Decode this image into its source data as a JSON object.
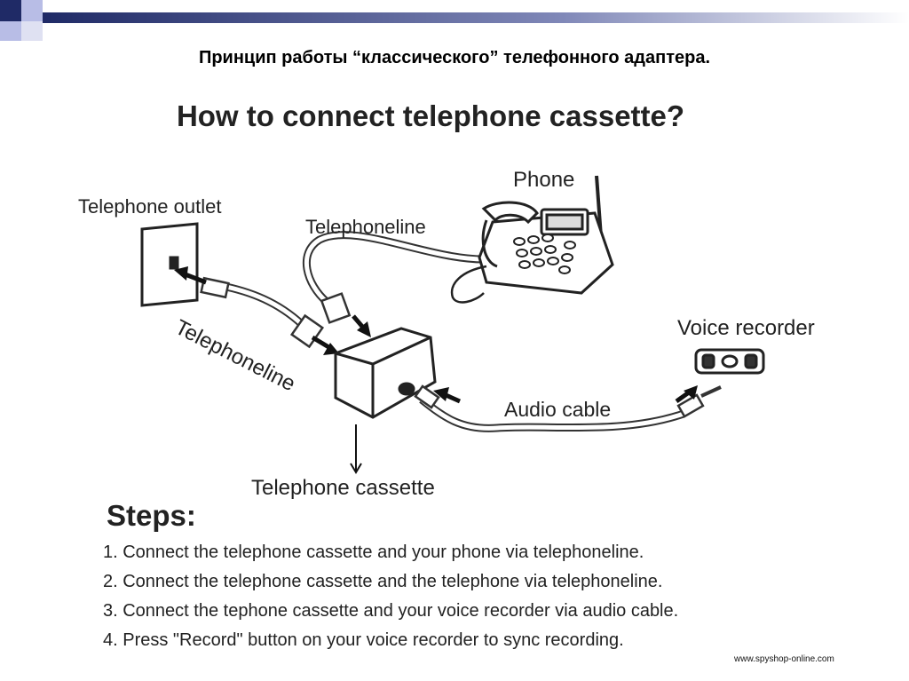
{
  "slide": {
    "title": "Принцип работы “классического” телефонного адаптера.",
    "credit": "www.spyshop-online.com"
  },
  "diagram": {
    "title": "How to connect telephone cassette?",
    "labels": {
      "telephone_outlet": "Telephone outlet",
      "phone": "Phone",
      "telephoneline_top": "Telephoneline",
      "telephoneline_diag": "Telephoneline",
      "voice_recorder": "Voice recorder",
      "audio_cable": "Audio cable",
      "telephone_cassette": "Telephone cassette"
    }
  },
  "steps": {
    "title": "Steps:",
    "items": [
      "1. Connect the telephone cassette and your phone via telephoneline.",
      "2. Connect the telephone cassette and the telephone via telephoneline.",
      "3. Connect the tephone cassette and your voice recorder via audio cable.",
      "4. Press \"Record\" button on your voice recorder to sync recording."
    ]
  },
  "colors": {
    "accent_navy": "#1f2a66",
    "accent_lavender": "#b8bde6",
    "bar_gradient_end": "#ffffff"
  }
}
